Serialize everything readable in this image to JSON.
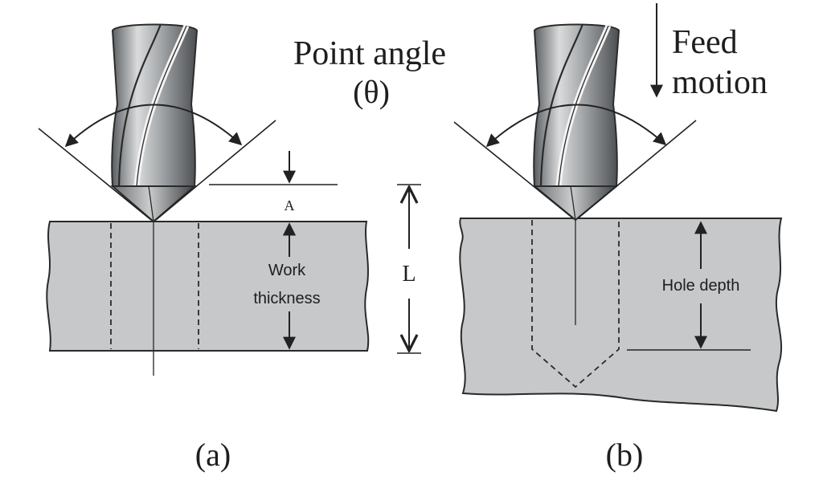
{
  "figure": {
    "panel_a": {
      "angle_label_line1": "Point angle",
      "angle_label_line2": "(θ)",
      "dim_a_label": "A",
      "dim_l_label": "L",
      "work_label_line1": "Work",
      "work_label_line2": "thickness",
      "caption": "(a)"
    },
    "panel_b": {
      "feed_label_line1": "Feed",
      "feed_label_line2": "motion",
      "hole_label": "Hole depth",
      "caption": "(b)"
    }
  }
}
